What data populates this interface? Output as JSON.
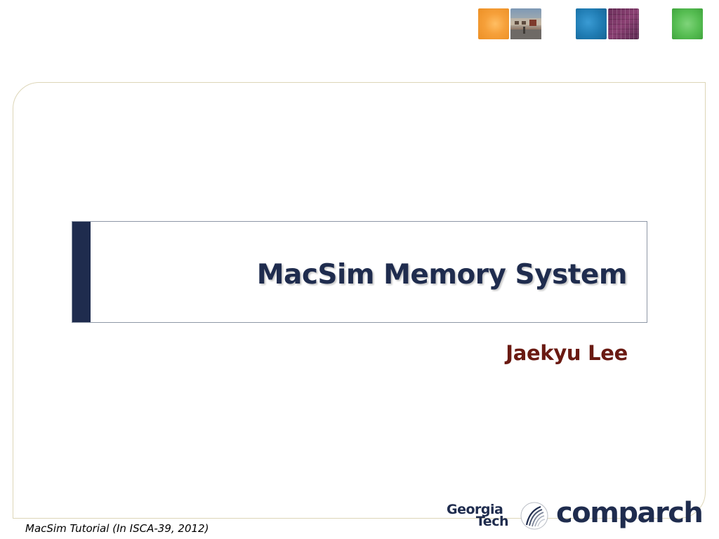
{
  "slide": {
    "title": "MacSim Memory System",
    "author": "Jaekyu Lee"
  },
  "footer": {
    "text": "MacSim Tutorial (In ISCA-39, 2012)",
    "logos": {
      "georgia_tech_line1": "Georgia",
      "georgia_tech_line2": "Tech",
      "comparch": "comparch"
    }
  },
  "colors": {
    "title": "#1f2c4e",
    "title_bar": "#1f2c4e",
    "author": "#6a1a12",
    "frame_border": "#ddd6b8",
    "orange_square": "#f6a03a",
    "blue_square": "#1f7bb2",
    "green_square": "#56bd52",
    "purple_square": "#6b2f5a"
  },
  "icons": {
    "decorative_squares": [
      "orange-square-icon",
      "building-photo-icon",
      "blue-square-icon",
      "circuit-photo-icon",
      "green-square-icon"
    ],
    "logo_mark": "swirl-logo-icon"
  }
}
